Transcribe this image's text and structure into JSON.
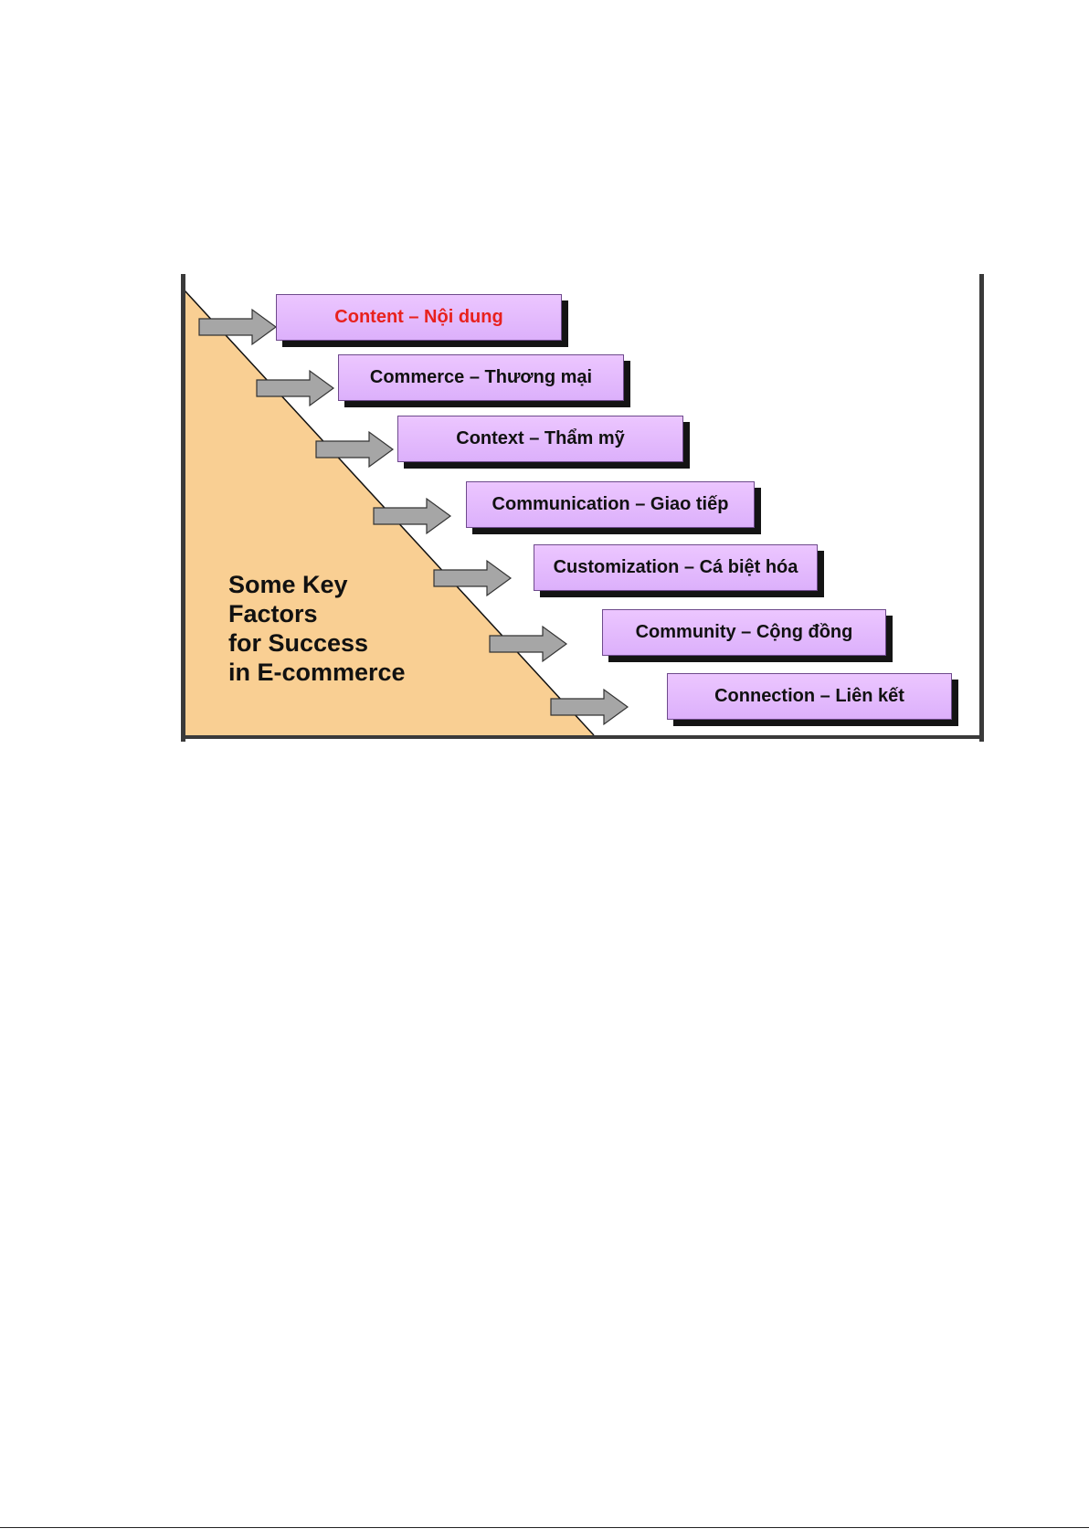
{
  "diagram": {
    "caption_lines": [
      "Some Key",
      "Factors",
      "for Success",
      "in E-commerce"
    ],
    "factors": [
      {
        "label": "Content – Nội dung",
        "highlight": true
      },
      {
        "label": "Commerce – Thương mại",
        "highlight": false
      },
      {
        "label": "Context – Thẩm mỹ",
        "highlight": false
      },
      {
        "label": "Communication – Giao tiếp",
        "highlight": false
      },
      {
        "label": "Customization – Cá biệt hóa",
        "highlight": false
      },
      {
        "label": "Community – Cộng đồng",
        "highlight": false
      },
      {
        "label": "Connection – Liên kết",
        "highlight": false
      }
    ],
    "colors": {
      "slope_fill": "#f9cf93",
      "box_fill": "#dcb0fb",
      "arrow_fill": "#a6a6a6",
      "highlight_text": "#e8211d"
    }
  }
}
